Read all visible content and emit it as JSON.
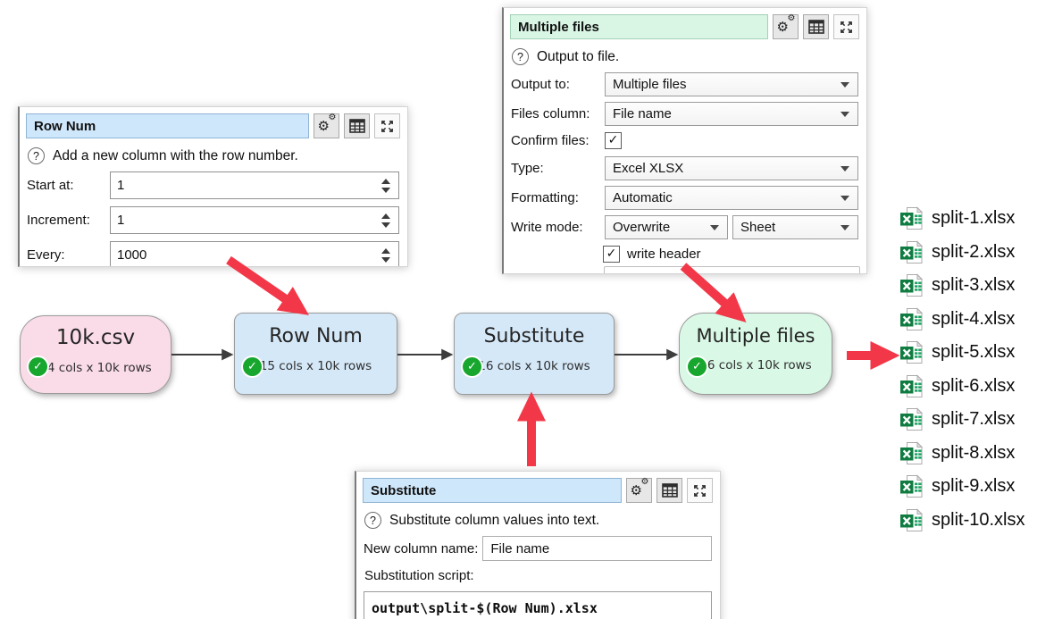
{
  "colors": {
    "title_blue": "#cfe7fa",
    "title_blue_border": "#8fb4d6",
    "title_green": "#d9f6e5",
    "title_green_border": "#a4d2b5",
    "node_pink": "#fadbe8",
    "node_blue": "#d5e8f8",
    "node_green": "#d9f8e6",
    "node_border": "#9a9a9a",
    "check_green": "#17a62e",
    "arrow_red": "#f23848",
    "connector_gray": "#3d3d3d",
    "excel_green": "#107c41",
    "excel_grid_green": "#21a366"
  },
  "panels": {
    "row_num": {
      "title": "Row Num",
      "description": "Add a new column with the row number.",
      "fields": [
        {
          "label": "Start at:",
          "value": "1"
        },
        {
          "label": "Increment:",
          "value": "1"
        },
        {
          "label": "Every:",
          "value": "1000"
        }
      ]
    },
    "multiple_files": {
      "title": "Multiple files",
      "description": "Output to file.",
      "output_to": {
        "label": "Output to:",
        "value": "Multiple files"
      },
      "files_column": {
        "label": "Files column:",
        "value": "File name"
      },
      "confirm_files": {
        "label": "Confirm files:",
        "checked": "✓"
      },
      "type": {
        "label": "Type:",
        "value": "Excel XLSX"
      },
      "formatting": {
        "label": "Formatting:",
        "value": "Automatic"
      },
      "write_mode": {
        "label": "Write mode:",
        "value": "Overwrite",
        "sheet": "Sheet"
      },
      "write_header": {
        "label": "write header",
        "checked": "✓"
      }
    },
    "substitute": {
      "title": "Substitute",
      "description": "Substitute column values into text.",
      "new_column": {
        "label": "New column name:",
        "value": "File name"
      },
      "script_label": "Substitution script:",
      "script": "output\\split-$(Row Num).xlsx"
    }
  },
  "flow": {
    "nodes": [
      {
        "title": "10k.csv",
        "subtitle": "14 cols x 10k rows"
      },
      {
        "title": "Row Num",
        "subtitle": "15 cols x 10k rows"
      },
      {
        "title": "Substitute",
        "subtitle": "16 cols x 10k rows"
      },
      {
        "title": "Multiple files",
        "subtitle": "16 cols x 10k rows"
      }
    ]
  },
  "files": [
    {
      "name": "split-1.xlsx"
    },
    {
      "name": "split-2.xlsx"
    },
    {
      "name": "split-3.xlsx"
    },
    {
      "name": "split-4.xlsx"
    },
    {
      "name": "split-5.xlsx"
    },
    {
      "name": "split-6.xlsx"
    },
    {
      "name": "split-7.xlsx"
    },
    {
      "name": "split-8.xlsx"
    },
    {
      "name": "split-9.xlsx"
    },
    {
      "name": "split-10.xlsx"
    }
  ]
}
